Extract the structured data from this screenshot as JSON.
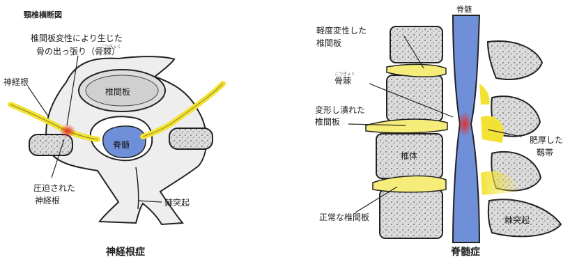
{
  "left": {
    "header": "頸椎横断図",
    "osteophyte_label_line1": "椎間板変性により生じた",
    "osteophyte_label_line2": "骨の出っ張り（骨棘）",
    "osteophyte_ruby": "こつきょく",
    "nerve_root_label": "神経根",
    "disc_label": "椎間板",
    "spinal_cord_label": "脊髄",
    "compressed_root_line1": "圧迫された",
    "compressed_root_line2": "神経根",
    "spinous_process_label": "棘突起",
    "caption": "神経根症"
  },
  "right": {
    "top_label": "脊髄",
    "mild_disc_line1": "軽度変性した",
    "mild_disc_line2": "椎間板",
    "osteophyte_label": "骨棘",
    "osteophyte_ruby": "こつきょく",
    "crushed_disc_line1": "変形し潰れた",
    "crushed_disc_line2": "椎間板",
    "vertebral_body_label": "椎体",
    "normal_disc_label": "正常な椎間板",
    "ligament_line1": "肥厚した",
    "ligament_line2": "靱帯",
    "spinous_process_label": "棘突起",
    "caption": "脊髄症"
  },
  "colors": {
    "cord_blue": "#6f8fd8",
    "nerve_yellow": "#f2e233",
    "compression_red": "#e0302a",
    "bone_gray": "#e6e6e6",
    "disc_yellow": "#f6ec7a"
  }
}
